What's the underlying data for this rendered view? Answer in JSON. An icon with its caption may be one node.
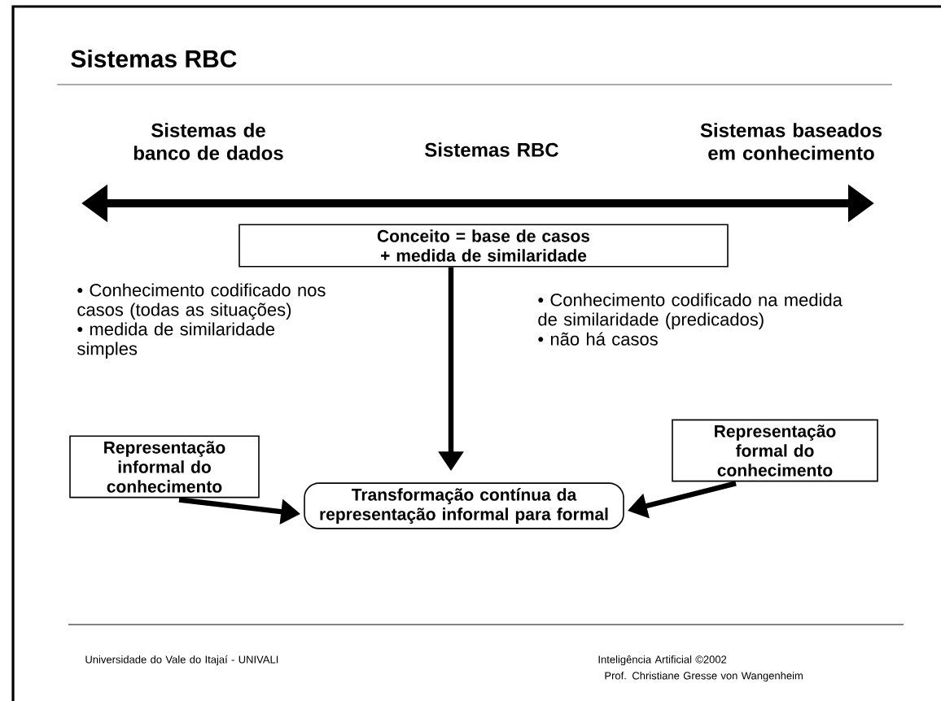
{
  "diagram": {
    "title": "Sistemas RBC",
    "nodes": [
      {
        "text": [
          "Conceito = base de casos + medida de similaridade"
        ]
      },
      {
        "text": [
          "Representação informal do conhecimento"
        ]
      },
      {
        "text": [
          "Transformação contínua da representação informal para formal"
        ]
      },
      {
        "text": [
          "Representação formal do conhecimento"
        ]
      }
    ],
    "edges": [
      {
        "from": 0,
        "to": 2,
        "arrow": "to"
      },
      {
        "from": 1,
        "to": 2,
        "arrow": "to"
      },
      {
        "from": 3,
        "to": 2,
        "arrow": "to"
      }
    ],
    "labels": [
      "Sistemas de banco de dados",
      "Sistemas RBC",
      "Sistemas baseados em conhecimento",
      "• Conhecimento codificado nos casos (todas as situações)",
      "• medida de similaridade simples",
      "• Conhecimento codificado na medida de similaridade (predicados)",
      "• não há casos",
      "Universidade do Vale do Itajaí - UNIVALI",
      "Inteligência Artificial ©2002",
      "Prof. Christiane Gresse von Wangenheim"
    ]
  }
}
